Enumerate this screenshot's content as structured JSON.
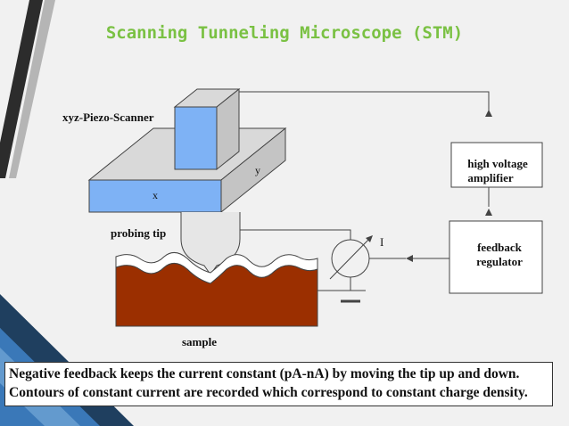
{
  "title": "Scanning Tunneling Microscope (STM)",
  "labels": {
    "scanner": "xyz-Piezo-Scanner",
    "axis_x": "x",
    "axis_y": "y",
    "probing_tip": "probing tip",
    "sample": "sample",
    "current": "I"
  },
  "boxes": {
    "amplifier_line1": "high voltage",
    "amplifier_line2": "amplifier",
    "regulator_line1": "feedback",
    "regulator_line2": "regulator"
  },
  "caption": {
    "line1": "Negative feedback keeps the current constant (pA-nA) by moving the tip up and down.",
    "line2": "Contours of constant current are recorded which correspond to constant charge density."
  },
  "colors": {
    "title": "#7ac143",
    "piezo_face": "#7eb2f5",
    "piezo_top": "#d8d8d8",
    "sample": "#9b2f00",
    "accent_stripe": "#2d5d8a"
  }
}
